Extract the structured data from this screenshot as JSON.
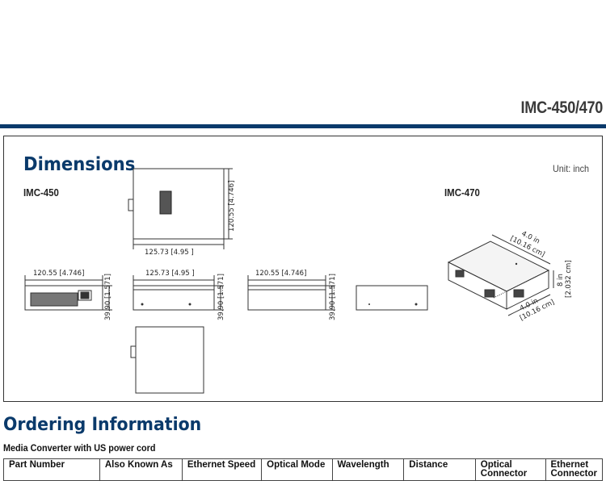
{
  "header": {
    "model": "IMC-450/470"
  },
  "dimensions": {
    "heading": "Dimensions",
    "unit": "Unit: inch",
    "imc450": {
      "label": "IMC-450",
      "top_height": "120.55 [4.746]",
      "top_width": "125.73 [4.95 ]",
      "front_width": "120.55 [4.746]",
      "front_height": "39.90 [1.571]",
      "side_width": "125.73 [4.95 ]",
      "side_height": "39.90 [1.571]",
      "back_width": "120.55 [4.746]",
      "back_height": "39.90 [1.571]"
    },
    "imc470": {
      "label": "IMC-470",
      "depth": "4.0 in",
      "depth_cm": "[10.16 cm]",
      "height": "8 in",
      "height_cm": "[2.032 cm]",
      "width": "4.0 in",
      "width_cm": "[10.16 cm]"
    }
  },
  "ordering": {
    "heading": "Ordering Information",
    "caption": "Media Converter with US power cord",
    "columns": [
      "Part Number",
      "Also Known As",
      "Ethernet Speed",
      "Optical Mode",
      "Wavelength",
      "Distance",
      "Optical Connector",
      "Ethernet Connector"
    ]
  },
  "colors": {
    "brand": "#0a3a6b"
  }
}
